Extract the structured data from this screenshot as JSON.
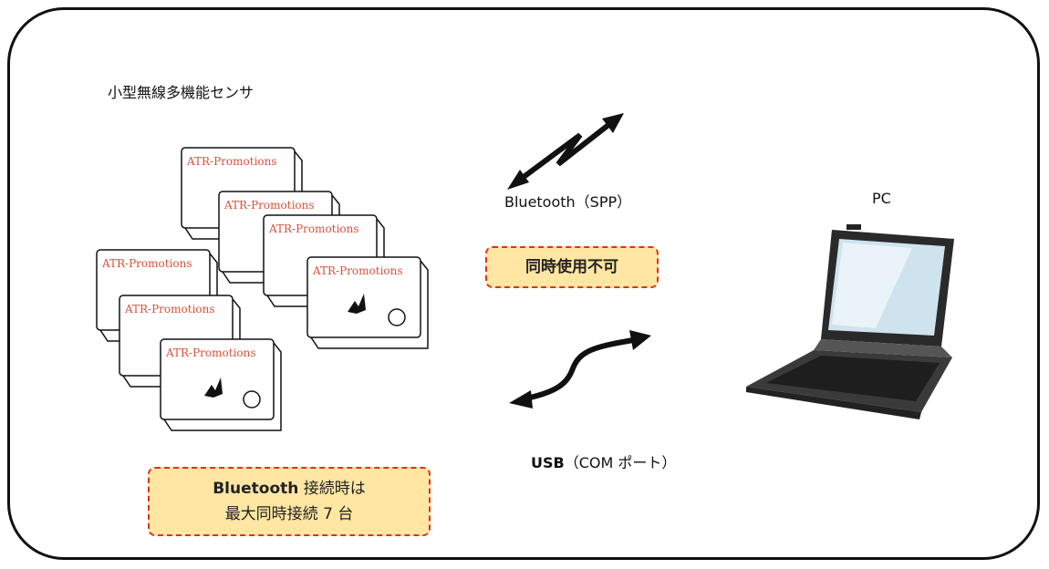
{
  "title": "小型無線多機能センサ",
  "bluetooth_label": "Bluetooth（SPP）",
  "pc_label": "PC",
  "conflict_note": "同時使用不可",
  "usb_label_bold": "USB",
  "usb_label_rest": "（COM ポート）",
  "bt_note": {
    "line1_bold": "Bluetooth",
    "line1_rest": " 接続時は",
    "line2": "最大同時接続 7 台"
  },
  "sensor_brand": "ATR-Promotions",
  "colors": {
    "note_fill": "#ffe6a3",
    "note_border": "#e0301e",
    "brand_text": "#d9503a"
  },
  "icons": {
    "bluetooth": "lightning-bolt-double-arrow-icon",
    "usb": "curved-double-arrow-icon",
    "pc": "laptop-icon",
    "sensor": "sensor-box-icon"
  }
}
